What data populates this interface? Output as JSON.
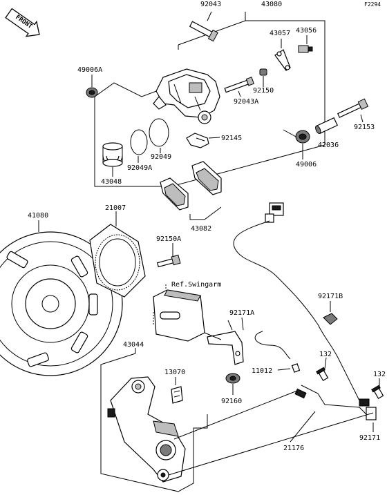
{
  "figure_code": "F2294",
  "front_label": "FRONT",
  "ref_label": "Ref.Swingarm",
  "parts": {
    "p92043": "92043",
    "p43080": "43080",
    "p43057": "43057",
    "p43056": "43056",
    "p49006A": "49006A",
    "p92150": "92150",
    "p92043A": "92043A",
    "p92153": "92153",
    "p92145": "92145",
    "p49006": "49006",
    "p42036": "42036",
    "p92049": "92049",
    "p92049A": "92049A",
    "p43048": "43048",
    "p43082": "43082",
    "p41080": "41080",
    "p21007": "21007",
    "p92150A": "92150A",
    "p92171B": "92171B",
    "p92171A": "92171A",
    "p11012": "11012",
    "p92160": "92160",
    "p43044": "43044",
    "p13070": "13070",
    "p132a": "132",
    "p132b": "132",
    "p21176": "21176",
    "p92171": "92171"
  }
}
